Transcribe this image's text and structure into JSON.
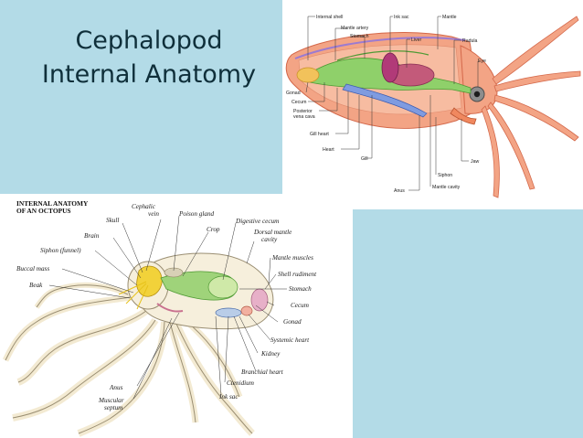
{
  "slide": {
    "title_line1": "Cephalopod",
    "title_line2": "Internal Anatomy",
    "background": "#b3dbe7"
  },
  "squid": {
    "labels": {
      "internal_shell": "Internal shell",
      "mantle_artery": "Mantle artery",
      "stomach": "Stomach",
      "ink_sac": "Ink sac",
      "liver": "Liver",
      "mantle": "Mantle",
      "radula": "Radula",
      "eye": "Eye",
      "gonad": "Gonad",
      "cecum": "Cecum",
      "posterior": "Posterior",
      "vena_cava": "vena cava",
      "gill_heart": "Gill heart",
      "heart": "Heart",
      "gill": "Gill",
      "anus": "Anus",
      "mantle_cavity": "Mantle cavity",
      "siphon": "Siphon",
      "jaw": "Jaw"
    },
    "colors": {
      "body": "#f3a485",
      "outline": "#d4684a",
      "gut": "#8fd06a",
      "ink": "#b13a78",
      "gill": "#7f9be0"
    }
  },
  "octopus": {
    "heading_line1": "INTERNAL ANATOMY",
    "heading_line2": "OF AN OCTOPUS",
    "labels": {
      "cephalic": "Cephalic",
      "vein": "vein",
      "poison_gland": "Poison gland",
      "skull": "Skull",
      "crop": "Crop",
      "digestive_cecum": "Digestive cecum",
      "brain": "Brain",
      "dorsal_mantle": "Dorsal mantle",
      "cavity": "cavity",
      "siphon_funnel": "Siphon (funnel)",
      "mantle_muscles": "Mantle muscles",
      "buccal_mass": "Buccal mass",
      "shell_rudiment": "Shell rudiment",
      "beak": "Beak",
      "stomach": "Stomach",
      "cecum": "Cecum",
      "gonad": "Gonad",
      "systemic_heart": "Systemic heart",
      "kidney": "Kidney",
      "branchial_heart": "Branchial heart",
      "ctenidium": "Ctenidium",
      "anus": "Anus",
      "ink_sac": "Ink sac",
      "muscular": "Muscular",
      "septum": "septum"
    },
    "colors": {
      "body": "#f6efdc",
      "outline": "#9a8e72",
      "brain": "#f2d23a",
      "gut": "#9fd37a",
      "gonad": "#e7b0c8"
    }
  }
}
